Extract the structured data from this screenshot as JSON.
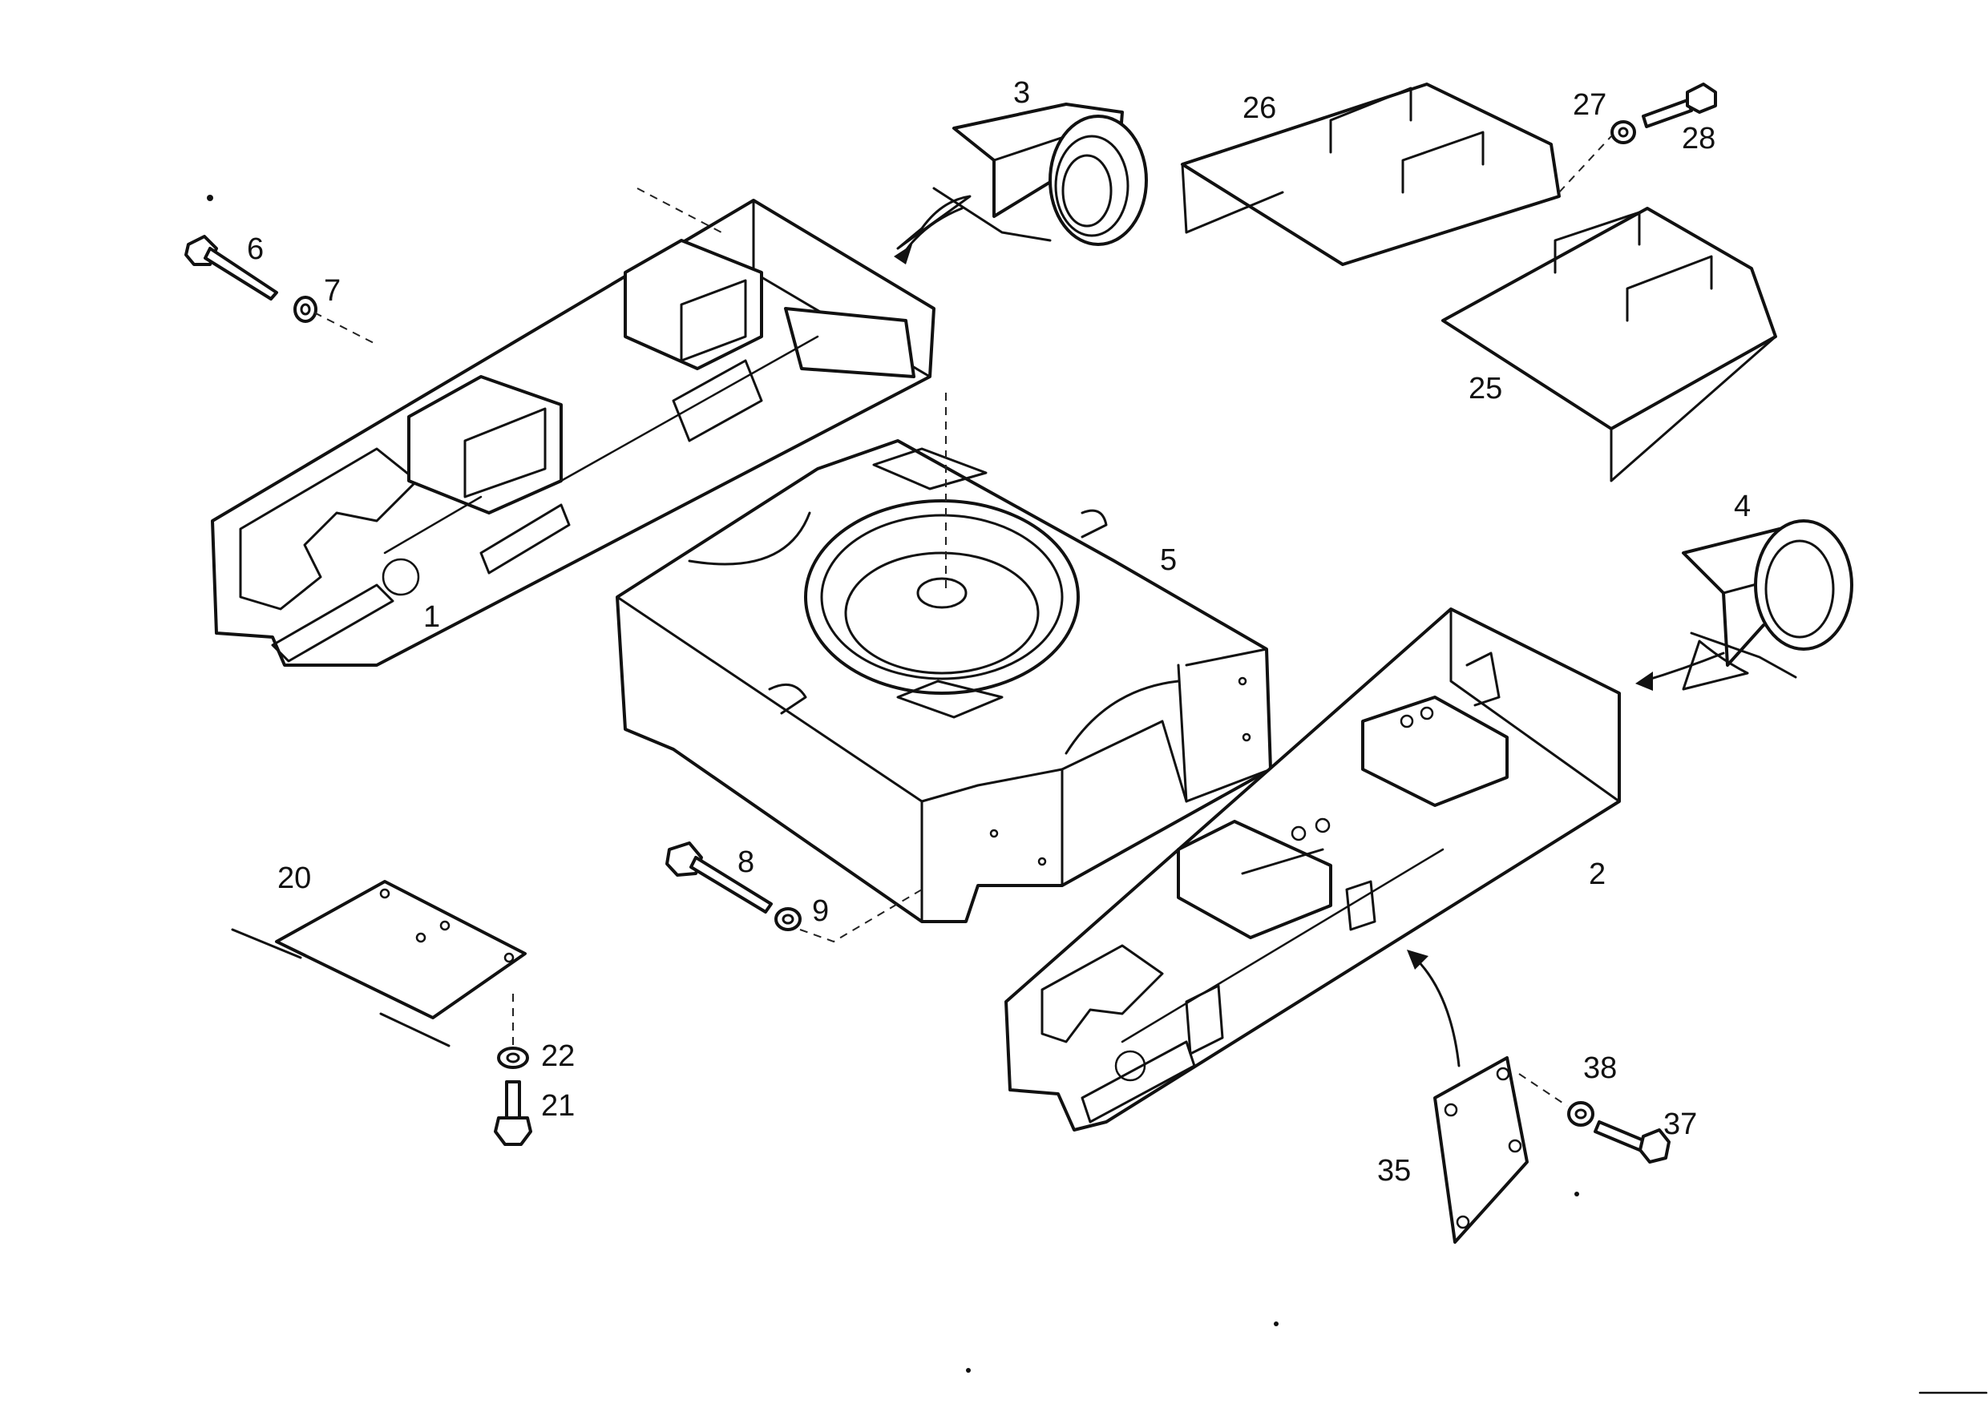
{
  "diagram": {
    "callouts": [
      {
        "id": "1",
        "text": "1"
      },
      {
        "id": "2",
        "text": "2"
      },
      {
        "id": "3",
        "text": "3"
      },
      {
        "id": "4",
        "text": "4"
      },
      {
        "id": "5",
        "text": "5"
      },
      {
        "id": "6",
        "text": "6"
      },
      {
        "id": "7",
        "text": "7"
      },
      {
        "id": "8",
        "text": "8"
      },
      {
        "id": "9",
        "text": "9"
      },
      {
        "id": "20",
        "text": "20"
      },
      {
        "id": "21",
        "text": "21"
      },
      {
        "id": "22",
        "text": "22"
      },
      {
        "id": "25",
        "text": "25"
      },
      {
        "id": "26",
        "text": "26"
      },
      {
        "id": "27",
        "text": "27"
      },
      {
        "id": "28",
        "text": "28"
      },
      {
        "id": "35",
        "text": "35"
      },
      {
        "id": "37",
        "text": "37"
      },
      {
        "id": "38",
        "text": "38"
      }
    ]
  }
}
